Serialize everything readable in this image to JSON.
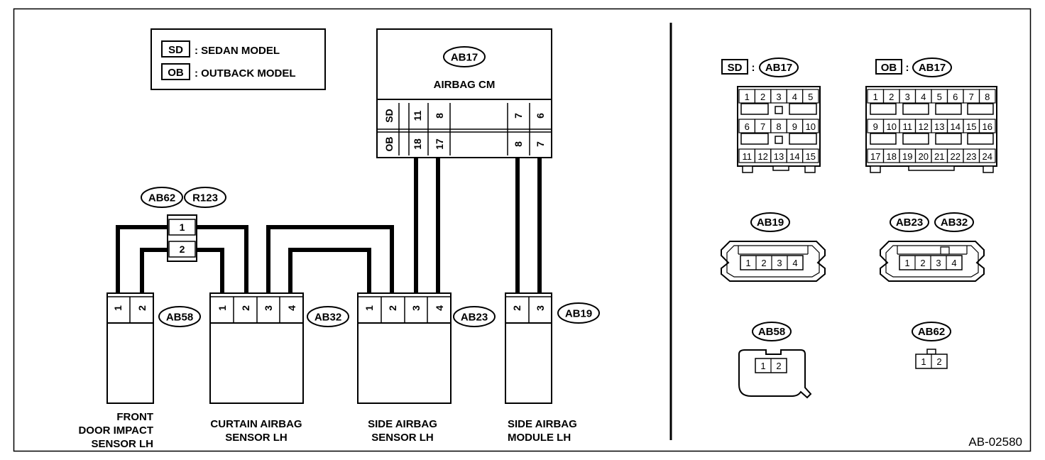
{
  "figure_id": "AB-02580",
  "legend": {
    "sd_box": "SD",
    "sd_label": ": SEDAN MODEL",
    "ob_box": "OB",
    "ob_label": ": OUTBACK MODEL"
  },
  "airbag_cm": {
    "connector": "AB17",
    "label": "AIRBAG CM",
    "row_sd": {
      "model": "SD",
      "pins": [
        "11",
        "8",
        "7",
        "6"
      ]
    },
    "row_ob": {
      "model": "OB",
      "pins": [
        "18",
        "17",
        "8",
        "7"
      ]
    }
  },
  "relay_connector": {
    "names": [
      "AB62",
      "R123"
    ],
    "pins": [
      "1",
      "2"
    ]
  },
  "components": [
    {
      "connector": "AB58",
      "pins": [
        "1",
        "2"
      ],
      "label_lines": [
        "FRONT",
        "DOOR IMPACT",
        "SENSOR LH"
      ]
    },
    {
      "connector": "AB32",
      "pins": [
        "1",
        "2",
        "3",
        "4"
      ],
      "label_lines": [
        "CURTAIN AIRBAG",
        "SENSOR LH"
      ]
    },
    {
      "connector": "AB23",
      "pins": [
        "1",
        "2",
        "3",
        "4"
      ],
      "label_lines": [
        "SIDE AIRBAG",
        "SENSOR LH"
      ]
    },
    {
      "connector": "AB19",
      "pins": [
        "2",
        "3"
      ],
      "label_lines": [
        "SIDE AIRBAG",
        "MODULE LH"
      ]
    }
  ],
  "connector_views": {
    "sd_ab17": {
      "model": "SD",
      "sep": ":",
      "name": "AB17",
      "rows": [
        [
          "1",
          "2",
          "3",
          "4",
          "5"
        ],
        [
          "6",
          "7",
          "8",
          "9",
          "10"
        ],
        [
          "11",
          "12",
          "13",
          "14",
          "15"
        ]
      ]
    },
    "ob_ab17": {
      "model": "OB",
      "sep": ":",
      "name": "AB17",
      "rows": [
        [
          "1",
          "2",
          "3",
          "4",
          "5",
          "6",
          "7",
          "8"
        ],
        [
          "9",
          "10",
          "11",
          "12",
          "13",
          "14",
          "15",
          "16"
        ],
        [
          "17",
          "18",
          "19",
          "20",
          "21",
          "22",
          "23",
          "24"
        ]
      ]
    },
    "ab19": {
      "name": "AB19",
      "pins": [
        "1",
        "2",
        "3",
        "4"
      ]
    },
    "ab23_ab32": {
      "names": [
        "AB23",
        "AB32"
      ],
      "pins": [
        "1",
        "2",
        "3",
        "4"
      ]
    },
    "ab58": {
      "name": "AB58",
      "pins": [
        "1",
        "2"
      ]
    },
    "ab62": {
      "name": "AB62",
      "pins": [
        "1",
        "2"
      ]
    }
  }
}
